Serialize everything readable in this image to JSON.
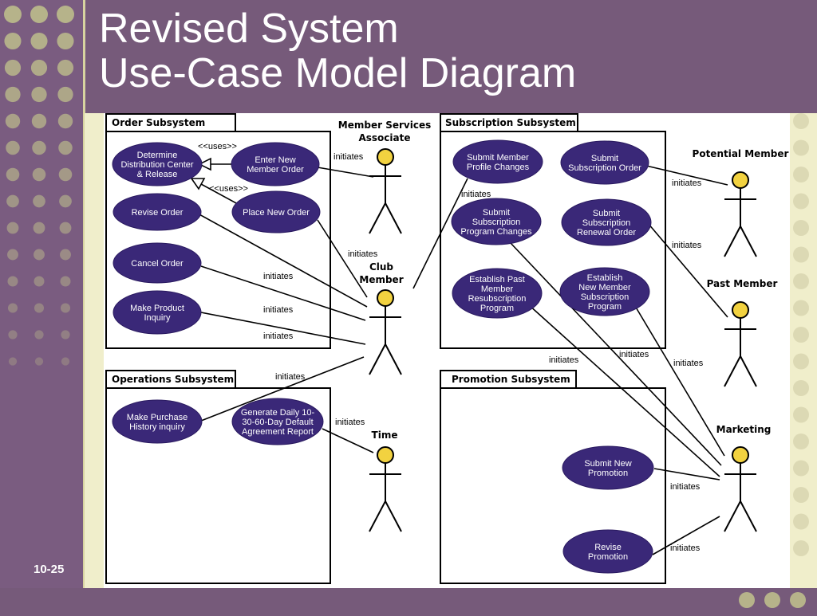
{
  "title": {
    "line1": "Revised System",
    "line2": "Use-Case Model Diagram"
  },
  "page_number": "10-25",
  "colors": {
    "background": "#765a7a",
    "use_case_fill": "#3a2878",
    "actor_head": "#f2d240",
    "panel": "#ffffff",
    "content_bg": "#f0eecb"
  },
  "subsystems": {
    "order": "Order Subsystem",
    "subscription": "Subscription Subsystem",
    "operations": "Operations Subsystem",
    "promotion": "Promotion Subsystem"
  },
  "use_cases": {
    "determine_dc": [
      "Determine",
      "Distribution Center",
      "& Release"
    ],
    "enter_new_member_order": [
      "Enter New",
      "Member Order"
    ],
    "revise_order": [
      "Revise Order"
    ],
    "place_new_order": [
      "Place New Order"
    ],
    "cancel_order": [
      "Cancel Order"
    ],
    "make_product_inquiry": [
      "Make Product",
      "Inquiry"
    ],
    "make_purchase_history": [
      "Make Purchase",
      "History inquiry"
    ],
    "generate_daily": [
      "Generate Daily 10-",
      "30-60-Day Default",
      "Agreement Report"
    ],
    "submit_member_profile": [
      "Submit Member",
      "Profile Changes"
    ],
    "submit_subscription_order": [
      "Submit",
      "Subscription Order"
    ],
    "submit_subscription_program": [
      "Submit",
      "Subscription",
      "Program Changes"
    ],
    "submit_subscription_renewal": [
      "Submit",
      "Subscription",
      "Renewal Order"
    ],
    "establish_past_member": [
      "Establish Past",
      "Member",
      "Resubscription",
      "Program"
    ],
    "establish_new_member": [
      "Establish",
      "New Member",
      "Subscription",
      "Program"
    ],
    "submit_new_promotion": [
      "Submit New",
      "Promotion"
    ],
    "revise_promotion": [
      "Revise",
      "Promotion"
    ]
  },
  "actors": {
    "member_services": [
      "Member Services",
      "Associate"
    ],
    "club_member": [
      "Club",
      "Member"
    ],
    "time": [
      "Time"
    ],
    "potential_member": [
      "Potential Member"
    ],
    "past_member": [
      "Past Member"
    ],
    "marketing": [
      "Marketing"
    ]
  },
  "labels": {
    "uses": "<<uses>>",
    "initiates": "initiates"
  }
}
